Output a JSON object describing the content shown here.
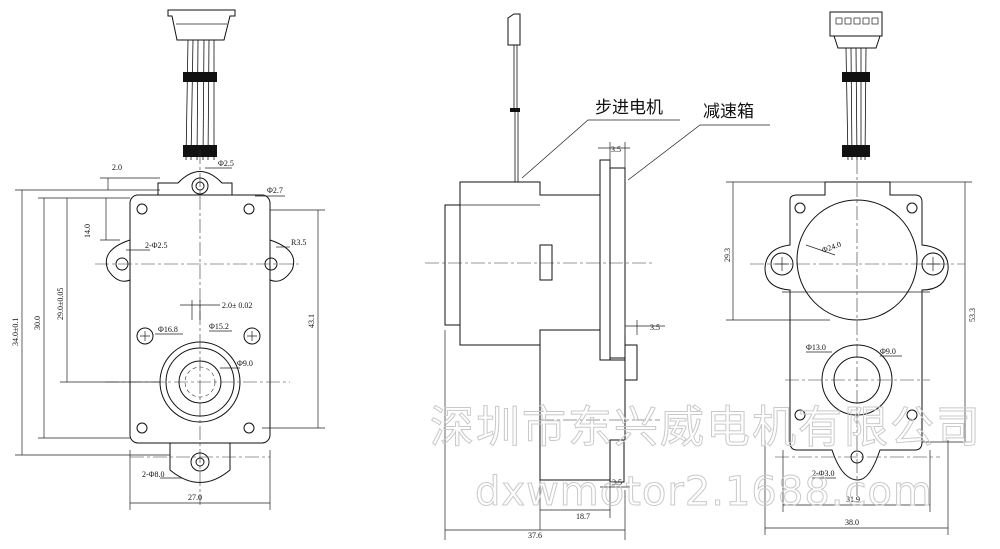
{
  "labels": {
    "stepper_motor": "步进电机",
    "gearbox": "减速箱"
  },
  "watermark": {
    "company": "深圳市东兴威电机有限公司",
    "site": "dxwmotor2.1688.com"
  },
  "front_view": {
    "dim_2_0": "2.0",
    "dim_r2_5": "Φ2.5",
    "dim_r2_7": "Φ2.7",
    "dim_14_0": "14.0",
    "dim_2_phi2_5": "2-Φ2.5",
    "dim_r3_5": "R3.5",
    "dim_2_0_tol": "2.0± 0.02",
    "dim_total_h": "34.0±0.1",
    "dim_30_0": "30.0",
    "dim_29_0": "29.0±0.05",
    "dim_43_1": "43.1",
    "dim_phi16_8": "Φ16.8",
    "dim_phi15_2": "Φ15.2",
    "dim_phi9_0": "Φ9.0",
    "dim_2_phi8_0": "2-Φ8.0",
    "dim_27_0": "27.0"
  },
  "side_view": {
    "dim_3_5_top": "3.5",
    "dim_3_5_mid": "3.5",
    "dim_3_5_bot": "3.5",
    "dim_18": "18.7",
    "dim_37_6": "37.6"
  },
  "back_view": {
    "dim_29_3": "29.3",
    "dim_phi24": "Φ24.0",
    "dim_53_3": "53.3",
    "dim_phi13": "Φ13.0",
    "dim_phi9": "Φ9.0",
    "dim_2_phi3": "2-Φ3.0",
    "dim_31_9": "31.9",
    "dim_38_0": "38.0"
  }
}
